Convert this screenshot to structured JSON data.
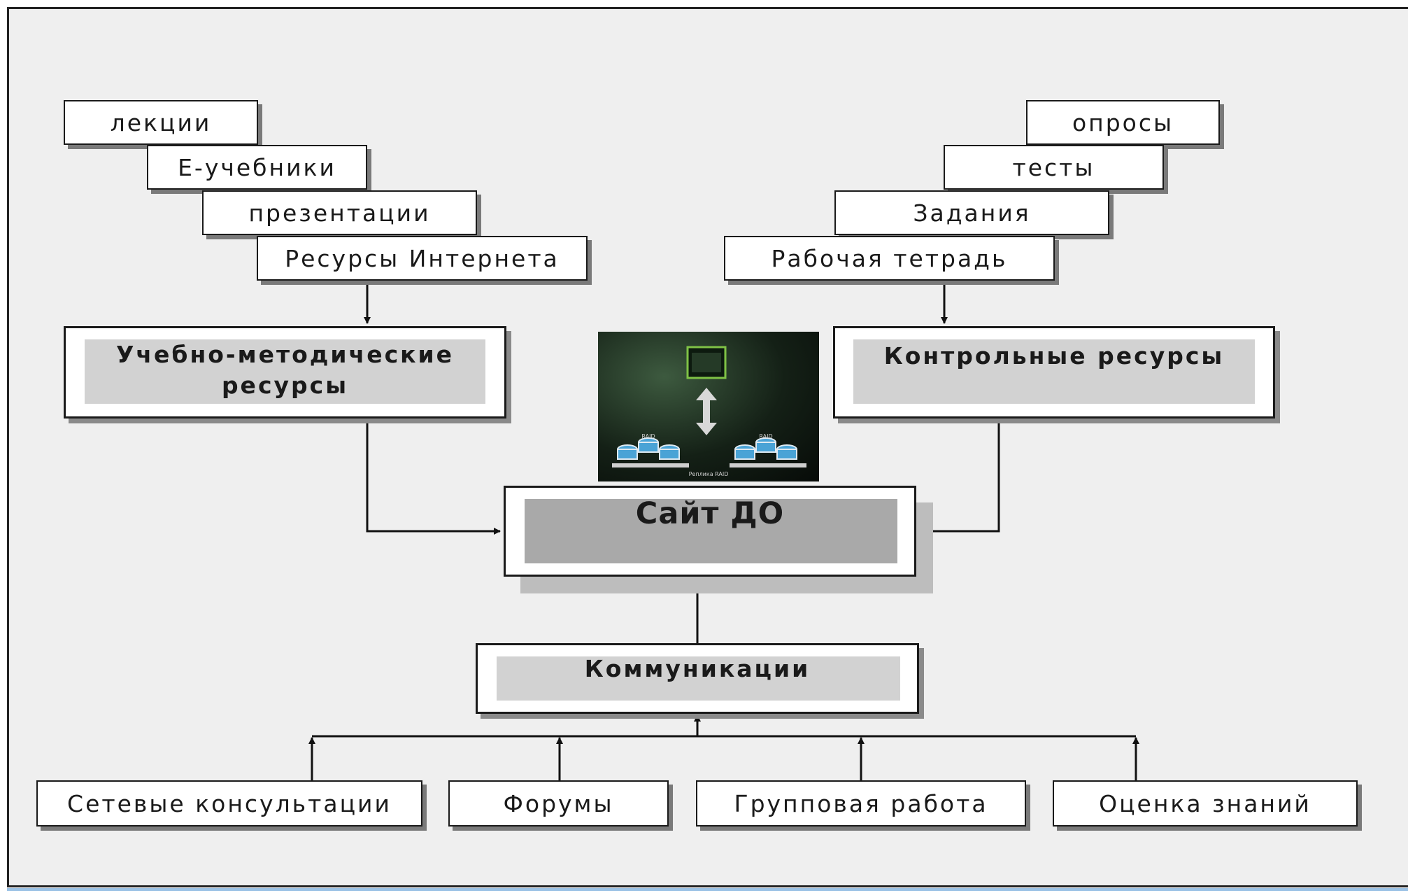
{
  "left_stack": [
    "лекции",
    "Е-учебники",
    "презентации",
    "Ресурсы Интернета"
  ],
  "right_stack": [
    "опросы",
    "тесты",
    "Задания",
    "Рабочая тетрадь"
  ],
  "main_left": "Учебно-методические ресурсы",
  "main_right": "Контрольные ресурсы",
  "center": "Сайт ДО",
  "communications": "Коммуникации",
  "bottom": [
    "Сетевые консультации",
    "Форумы",
    "Групповая работа",
    "Оценка знаний"
  ],
  "image": {
    "icon": "server-storage-illustration",
    "visible_text": [
      "RAID",
      "RAID",
      "Реплика RAID"
    ]
  }
}
